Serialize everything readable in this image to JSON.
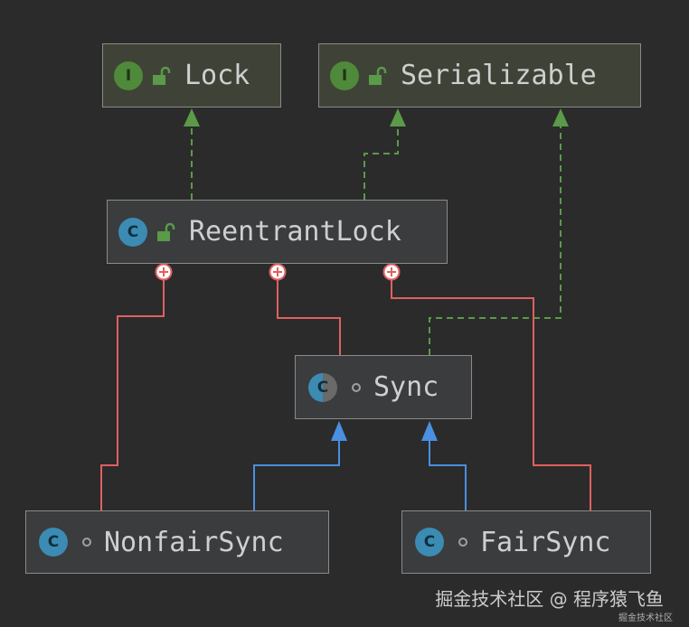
{
  "nodes": {
    "lock": {
      "label": "Lock",
      "kind": "interface",
      "badge": "I"
    },
    "serializable": {
      "label": "Serializable",
      "kind": "interface",
      "badge": "I"
    },
    "reentrantlock": {
      "label": "ReentrantLock",
      "kind": "class",
      "badge": "C"
    },
    "sync": {
      "label": "Sync",
      "kind": "abstract-class",
      "badge": "C"
    },
    "nonfairsync": {
      "label": "NonfairSync",
      "kind": "class",
      "badge": "C"
    },
    "fairsync": {
      "label": "FairSync",
      "kind": "class",
      "badge": "C"
    }
  },
  "edges": [
    {
      "from": "ReentrantLock",
      "to": "Lock",
      "type": "implements"
    },
    {
      "from": "ReentrantLock",
      "to": "Serializable",
      "type": "implements"
    },
    {
      "from": "Sync",
      "to": "Serializable",
      "type": "implements"
    },
    {
      "from": "NonfairSync",
      "to": "Sync",
      "type": "extends"
    },
    {
      "from": "FairSync",
      "to": "Sync",
      "type": "extends"
    },
    {
      "from": "NonfairSync",
      "to": "ReentrantLock",
      "type": "inner-class"
    },
    {
      "from": "Sync",
      "to": "ReentrantLock",
      "type": "inner-class"
    },
    {
      "from": "FairSync",
      "to": "ReentrantLock",
      "type": "inner-class"
    }
  ],
  "colors": {
    "implements": "#5a9a48",
    "extends": "#4a8fe0",
    "inner": "#e06060"
  },
  "watermark": {
    "main": "掘金技术社区 @ 程序猿飞鱼",
    "small": "掘金技术社区"
  }
}
